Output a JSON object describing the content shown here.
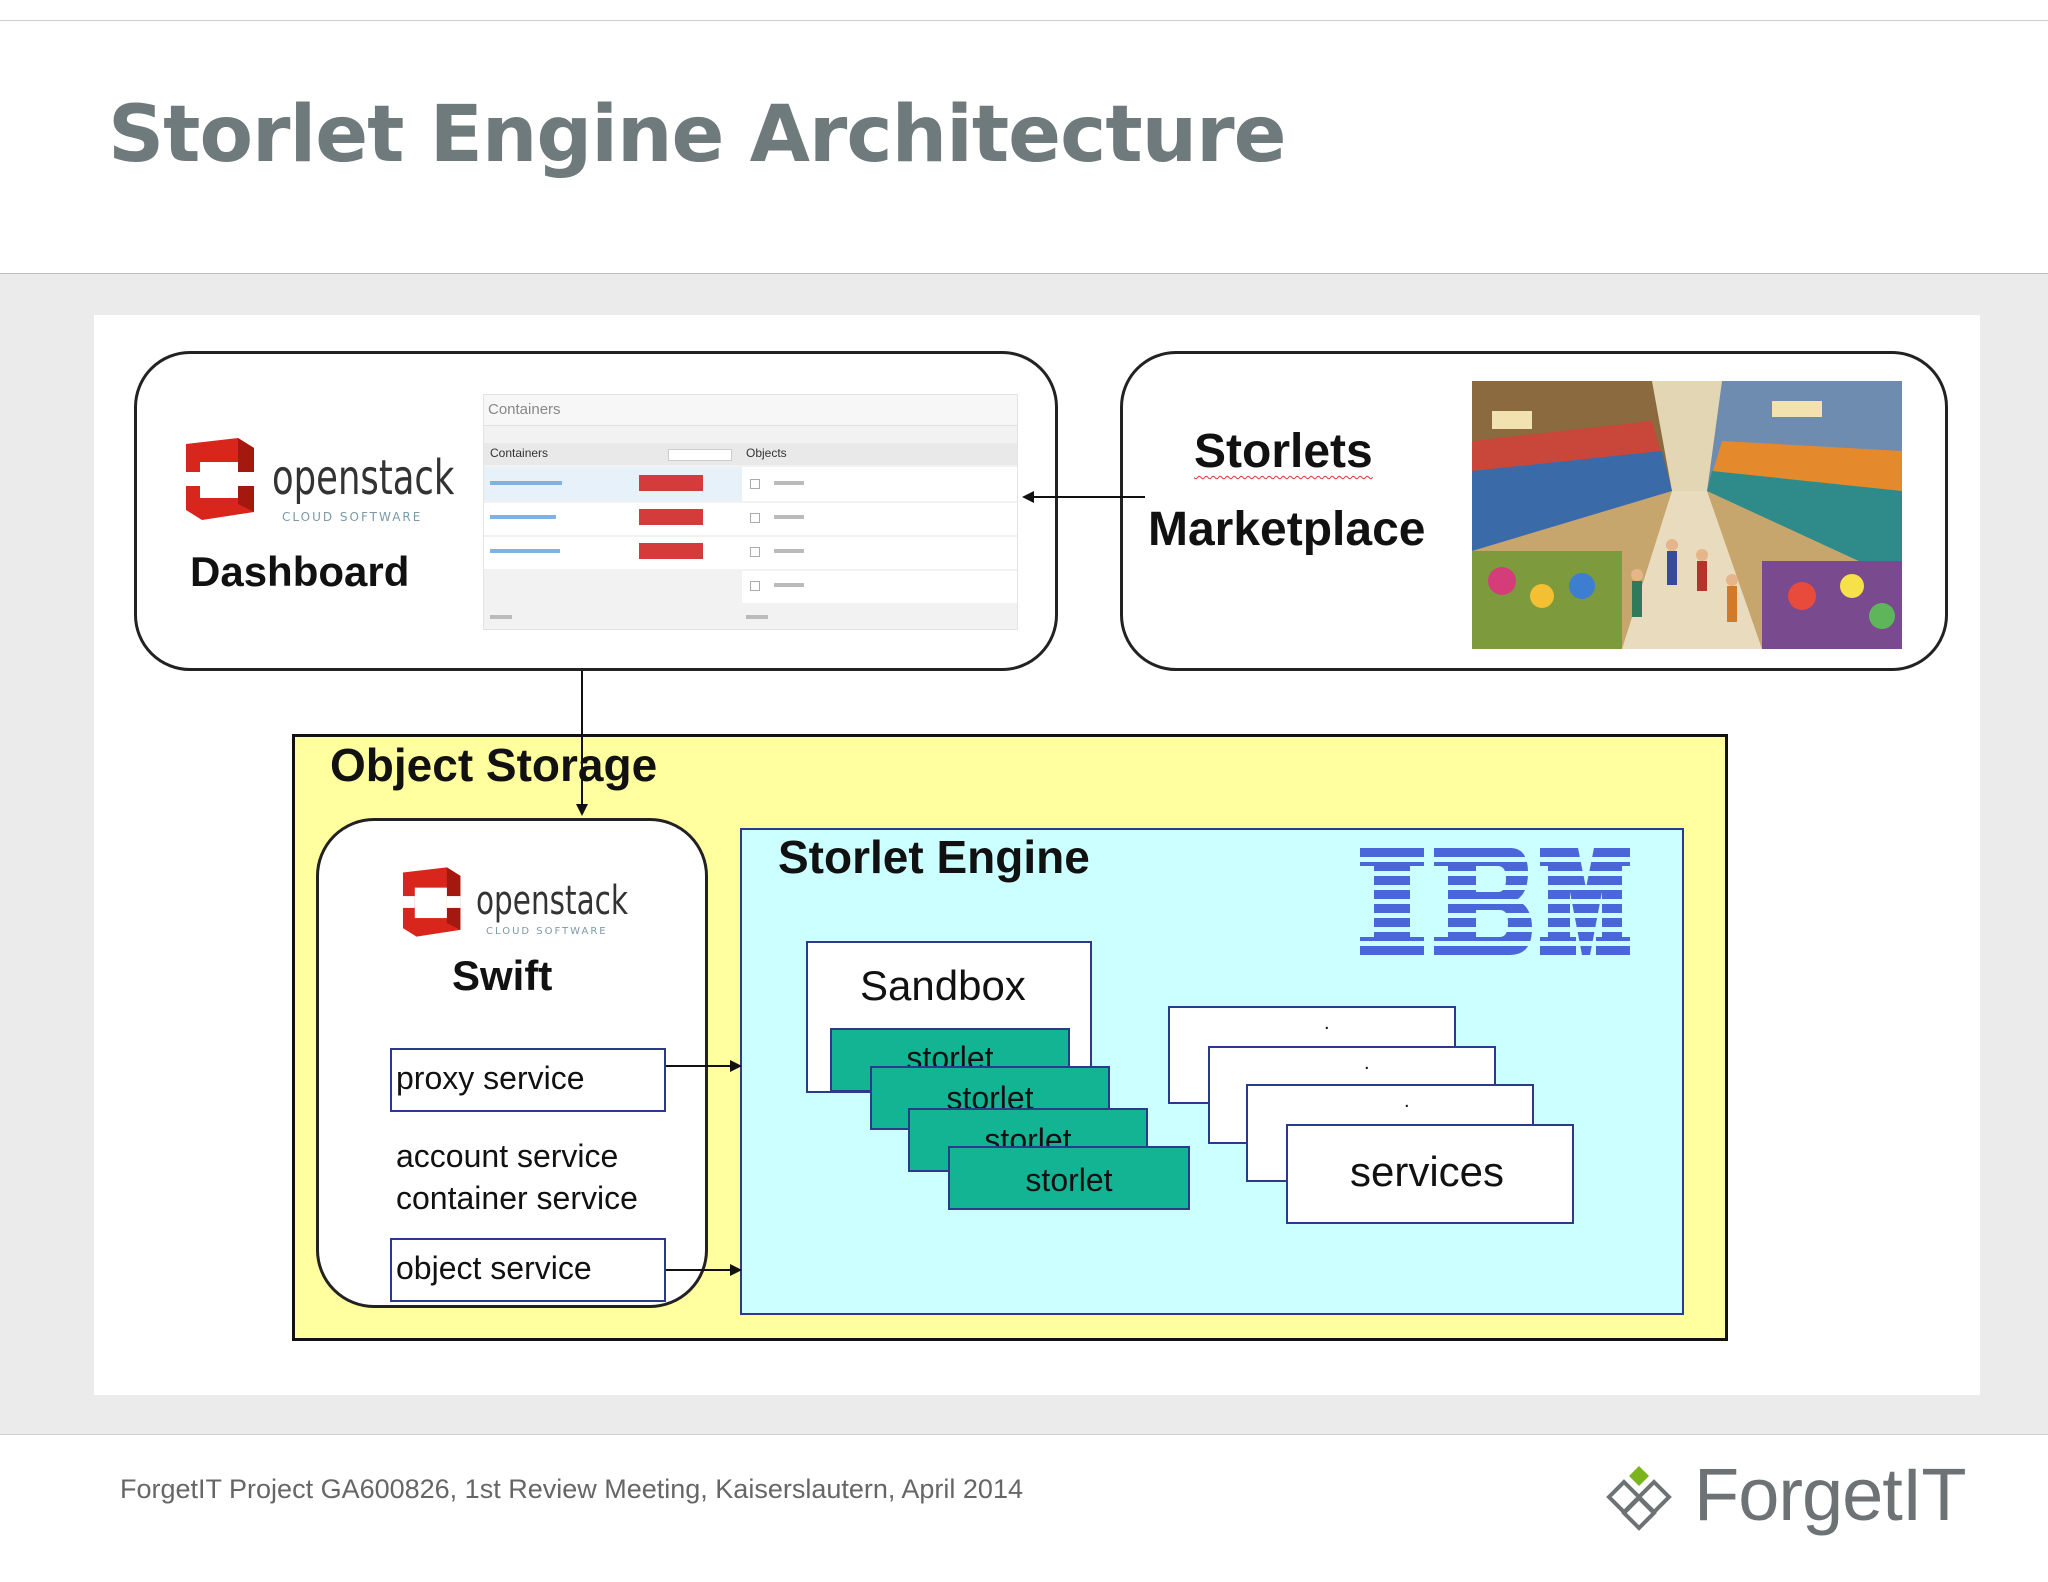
{
  "slide": {
    "title": "Storlet Engine Architecture"
  },
  "dashboard": {
    "openstack_logo_text": "openstack",
    "openstack_logo_sub": "CLOUD SOFTWARE",
    "label": "Dashboard",
    "screenshot": {
      "heading": "Containers",
      "col_containers": "Containers",
      "col_objects": "Objects"
    }
  },
  "marketplace": {
    "line1": "Storlets",
    "line2": "Marketplace"
  },
  "object_storage": {
    "label": "Object Storage",
    "swift": {
      "openstack_logo_text": "openstack",
      "openstack_logo_sub": "CLOUD SOFTWARE",
      "label": "Swift",
      "proxy": "proxy service",
      "account": "account service",
      "container": "container service",
      "object": "object service"
    },
    "engine": {
      "label": "Storlet Engine",
      "vendor_logo": "IBM",
      "sandbox": "Sandbox",
      "storlets": [
        "storlet",
        "storlet",
        "storlet",
        "storlet"
      ],
      "services_dots": [
        ".",
        ".",
        "."
      ],
      "services": "services"
    }
  },
  "footer": {
    "text": "ForgetIT Project GA600826, 1st Review Meeting, Kaiserslautern, April 2014",
    "brand": "ForgetIT"
  },
  "colors": {
    "title_gray": "#6f7a7c",
    "object_storage_fill": "#ffff9f",
    "engine_fill": "#ccffff",
    "storlet_fill": "#13b493",
    "ibm_blue": "#4a66d8",
    "openstack_red": "#d9261c",
    "forgetit_green": "#7ab51d"
  },
  "icons": [
    "openstack-logo-icon",
    "ibm-logo-icon",
    "marketplace-illustration",
    "forgetit-logo-icon"
  ]
}
